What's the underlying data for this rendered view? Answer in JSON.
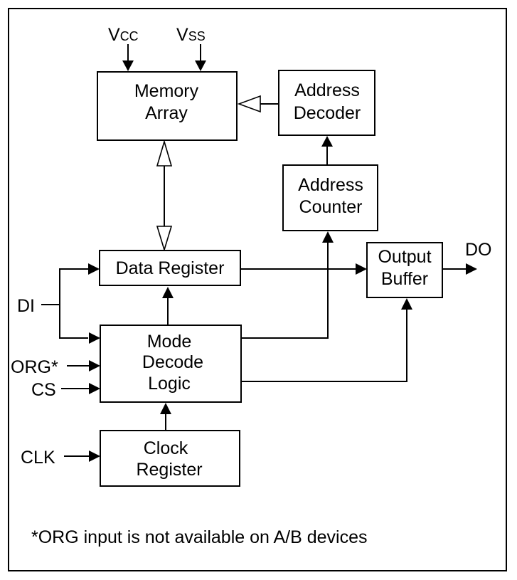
{
  "blocks": {
    "memory_array": {
      "line1": "Memory",
      "line2": "Array"
    },
    "address_decoder": {
      "line1": "Address",
      "line2": "Decoder"
    },
    "address_counter": {
      "line1": "Address",
      "line2": "Counter"
    },
    "data_register": {
      "line1": "Data Register"
    },
    "output_buffer": {
      "line1": "Output",
      "line2": "Buffer"
    },
    "mode_decode_logic": {
      "line1": "Mode",
      "line2": "Decode",
      "line3": "Logic"
    },
    "clock_register": {
      "line1": "Clock",
      "line2": "Register"
    }
  },
  "signals": {
    "vcc": {
      "main": "V",
      "sub": "CC"
    },
    "vss": {
      "main": "V",
      "sub": "SS"
    },
    "di": "DI",
    "org": "ORG*",
    "cs": "CS",
    "clk": "CLK",
    "do": "DO"
  },
  "footnote": "*ORG input is not available on A/B devices"
}
